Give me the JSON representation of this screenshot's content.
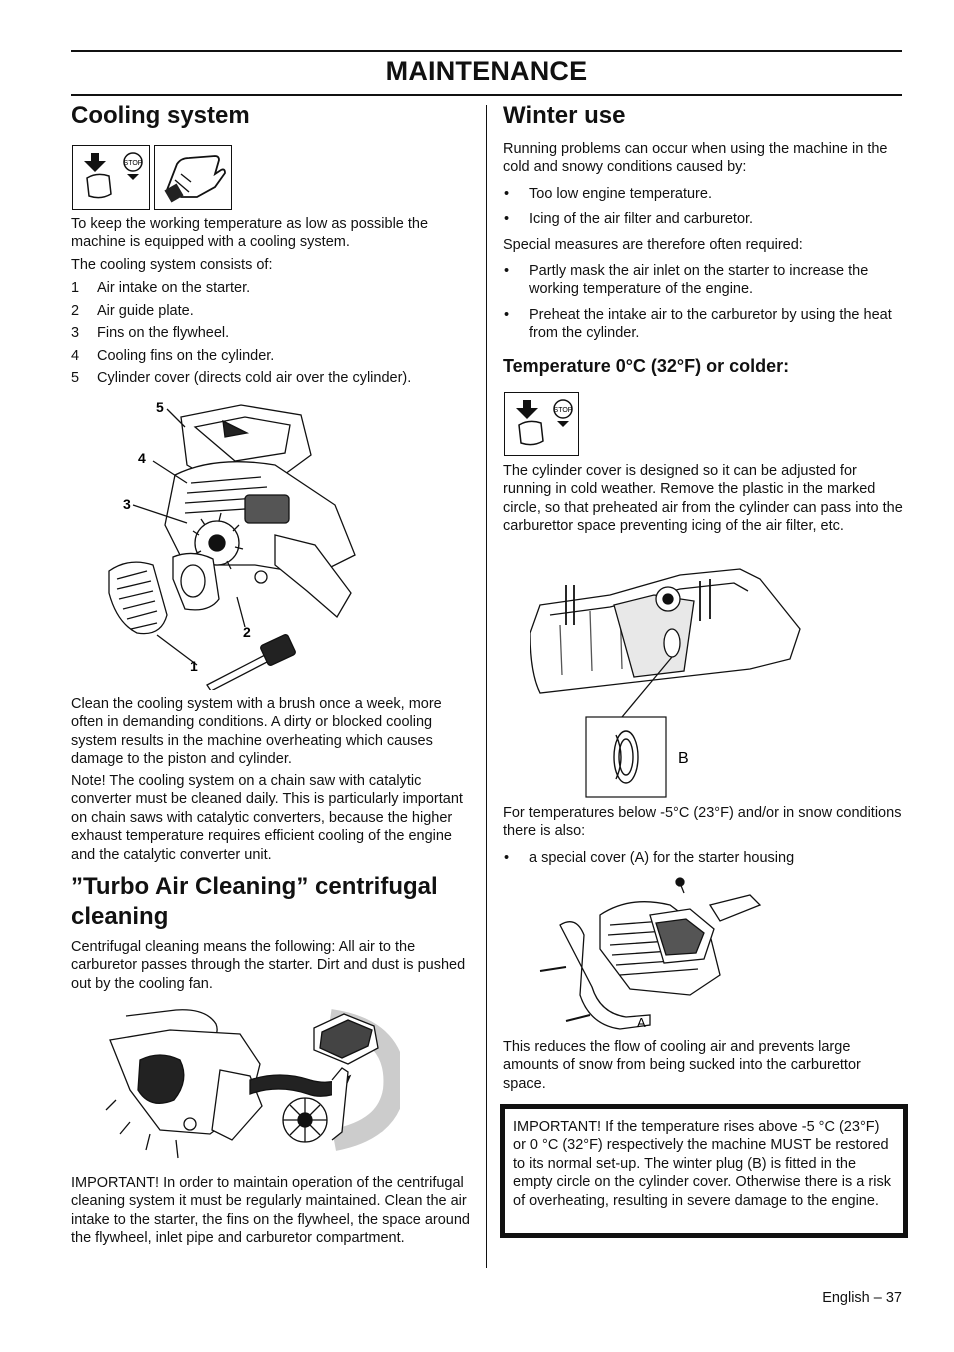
{
  "header": {
    "title": "MAINTENANCE"
  },
  "cooling": {
    "heading": "Cooling system",
    "intro": "To keep the working temperature as low as possible the machine is equipped with a cooling system.",
    "consists": "The cooling system consists of:",
    "items": [
      {
        "num": "1",
        "text": "Air intake on the starter."
      },
      {
        "num": "2",
        "text": "Air guide plate."
      },
      {
        "num": "3",
        "text": "Fins on the flywheel."
      },
      {
        "num": "4",
        "text": "Cooling fins on the cylinder."
      },
      {
        "num": "5",
        "text": "Cylinder cover (directs cold air over the cylinder)."
      }
    ],
    "figure_labels": [
      "5",
      "4",
      "3",
      "2",
      "1"
    ],
    "clean_text": "Clean the cooling system with a brush once a week, more often in demanding conditions. A dirty or blocked cooling system results in the machine overheating which causes damage to the piston and cylinder.",
    "note_text": "Note! The cooling system on a chain saw with catalytic converter must be cleaned daily. This is particularly important on chain saws with catalytic converters, because the higher exhaust temperature requires efficient cooling of the engine and the catalytic converter unit."
  },
  "turbo": {
    "heading": "”Turbo Air Cleaning” centrifugal cleaning",
    "intro": "Centrifugal cleaning means the following: All air to the carburetor passes through the starter. Dirt and dust is pushed out by the cooling fan.",
    "important": "IMPORTANT! In order to maintain operation of the centrifugal cleaning system it must be regularly maintained. Clean the air intake to the starter, the fins on the flywheel, the space around the flywheel, inlet pipe and carburetor compartment."
  },
  "winter": {
    "heading": "Winter use",
    "intro": "Running problems can occur when using the machine in the cold and snowy conditions caused by:",
    "causes": [
      "Too low engine temperature.",
      "Icing of the air filter and carburetor."
    ],
    "measures_intro": "Special measures are therefore often required:",
    "measures": [
      "Partly mask the air inlet on the starter to increase the working temperature of the engine.",
      "Preheat the intake air to the carburetor by using the heat from the cylinder."
    ],
    "temp_heading": "Temperature 0°C (32°F) or colder:",
    "cover_text": "The cylinder cover is designed so it can be adjusted for running in cold weather. Remove the plastic in the marked circle, so that preheated air from the cylinder can pass into the carburettor space preventing icing of the air filter, etc.",
    "fig_label_b": "B",
    "below_text": "For temperatures below -5°C (23°F) and/or in snow conditions there is also:",
    "special_cover": [
      "a special cover (A) for the starter housing"
    ],
    "fig_label_a": "A",
    "reduces_text": "This reduces the flow of cooling air and prevents large amounts of snow from being sucked into the carburettor space.",
    "important": "IMPORTANT! If the temperature rises above -5 °C (23°F) or 0 °C (32°F) respectively the machine MUST be restored to its normal set-up. The winter plug (B) is fitted in the empty circle on the cylinder cover. Otherwise there is a risk of overheating, resulting in severe damage to the engine."
  },
  "icons": {
    "stop_text": "STOP"
  },
  "footer": {
    "page": "English – 37"
  }
}
